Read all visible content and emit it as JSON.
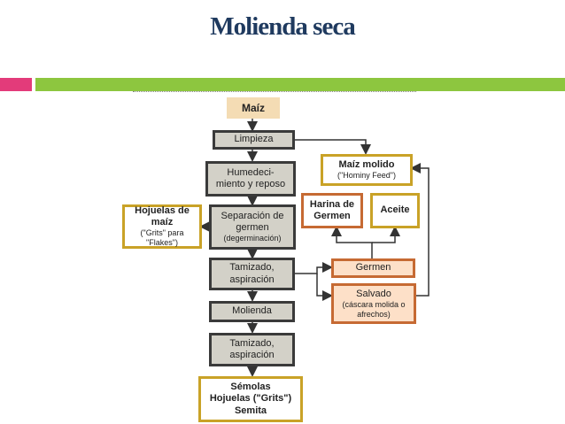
{
  "title": "Molienda seca",
  "boxes": {
    "maiz": "Maíz",
    "limpieza": "Limpieza",
    "humedecimiento": "Humedeci-\nmiento y reposo",
    "separacion": "Separación de germen",
    "separacion_sub": "(degerminación)",
    "tamizado1": "Tamizado, aspiración",
    "molienda": "Molienda",
    "tamizado2": "Tamizado, aspiración",
    "semolas": "Sémolas\nHojuelas (\"Grits\")\nSemita",
    "hojuelas": "Hojuelas de maíz",
    "hojuelas_sub": "(\"Grits\" para \"Flakes\")",
    "maiz_molido": "Maíz molido",
    "maiz_molido_sub": "(\"Hominy Feed\")",
    "harina": "Harina de Germen",
    "aceite": "Aceite",
    "germen": "Germen",
    "salvado": "Salvado",
    "salvado_sub": "(cáscara molida o afrechos)"
  },
  "colors": {
    "title": "#1f3a5f",
    "pink": "#e33b7a",
    "green": "#8dc63f"
  }
}
